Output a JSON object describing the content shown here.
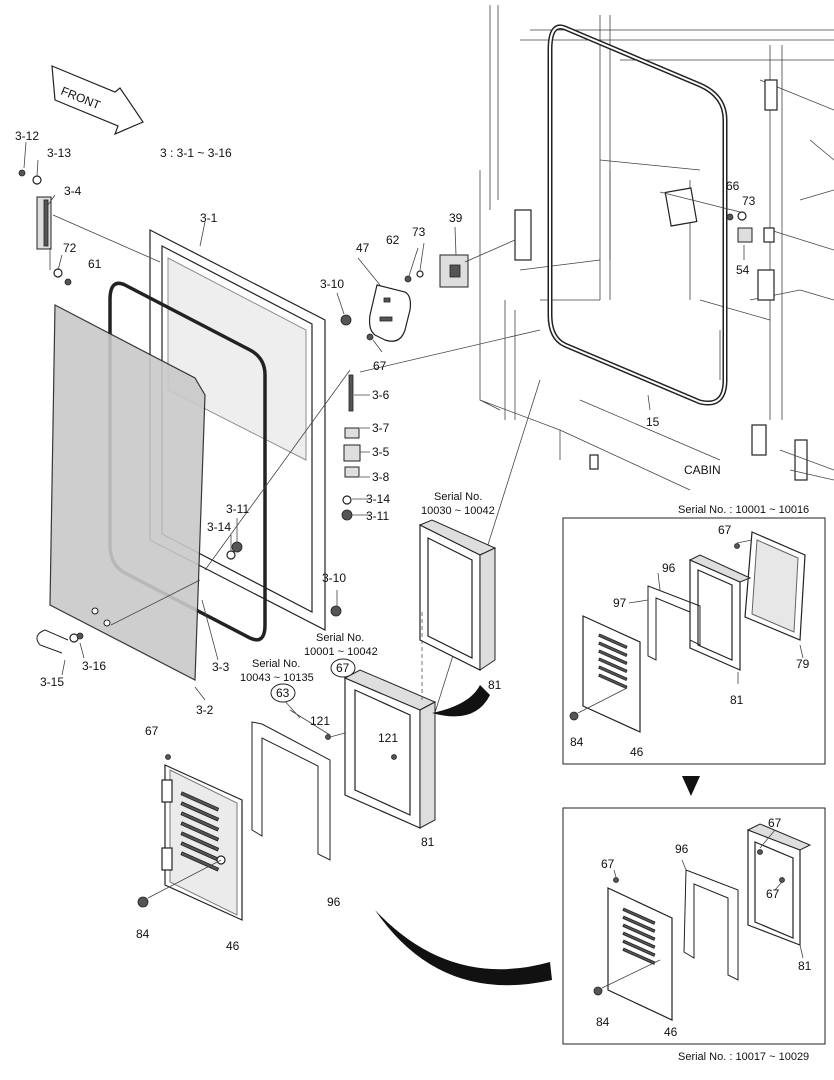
{
  "front_label": "FRONT",
  "group_note": "3 : 3-1 ~ 3-16",
  "cabin_label": "CABIN",
  "part_labels": {
    "p3_12": "3-12",
    "p3_13": "3-13",
    "p3_4": "3-4",
    "p72": "72",
    "p61": "61",
    "p3_1": "3-1",
    "p3_10a": "3-10",
    "p3_10b": "3-10",
    "p47": "47",
    "p62": "62",
    "p73a": "73",
    "p39": "39",
    "p67a": "67",
    "p3_6": "3-6",
    "p3_7": "3-7",
    "p3_5": "3-5",
    "p3_8": "3-8",
    "p3_14a": "3-14",
    "p3_11a": "3-11",
    "p3_11b": "3-11",
    "p3_14b": "3-14",
    "p3_16": "3-16",
    "p3_15": "3-15",
    "p3_3": "3-3",
    "p3_2": "3-2",
    "p15": "15",
    "p66": "66",
    "p73b": "73",
    "p54": "54",
    "p67c": "67",
    "p121a": "121",
    "p121b": "121",
    "p67d": "67",
    "p84a": "84",
    "p46a": "46",
    "p96a": "96",
    "p81a": "81",
    "p81b": "81",
    "p67e": "67",
    "p96b": "96",
    "p97": "97",
    "p79": "79",
    "p81c": "81",
    "p84b": "84",
    "p46b": "46",
    "p67f": "67",
    "p96c": "96",
    "p67g": "67",
    "p67h": "67",
    "p81d": "81",
    "p84c": "84",
    "p46c": "46"
  },
  "circled_labels": {
    "c67": "67",
    "c63": "63"
  },
  "serial_notes": {
    "s1_title": "Serial No.",
    "s1_range": "10030 ~ 10042",
    "s2_title": "Serial No.",
    "s2_range": "10001 ~ 10042",
    "s3_title": "Serial No.",
    "s3_range": "10043 ~ 10135",
    "box1": "Serial No. : 10001 ~ 10016",
    "box2": "Serial No. : 10017 ~ 10029"
  }
}
